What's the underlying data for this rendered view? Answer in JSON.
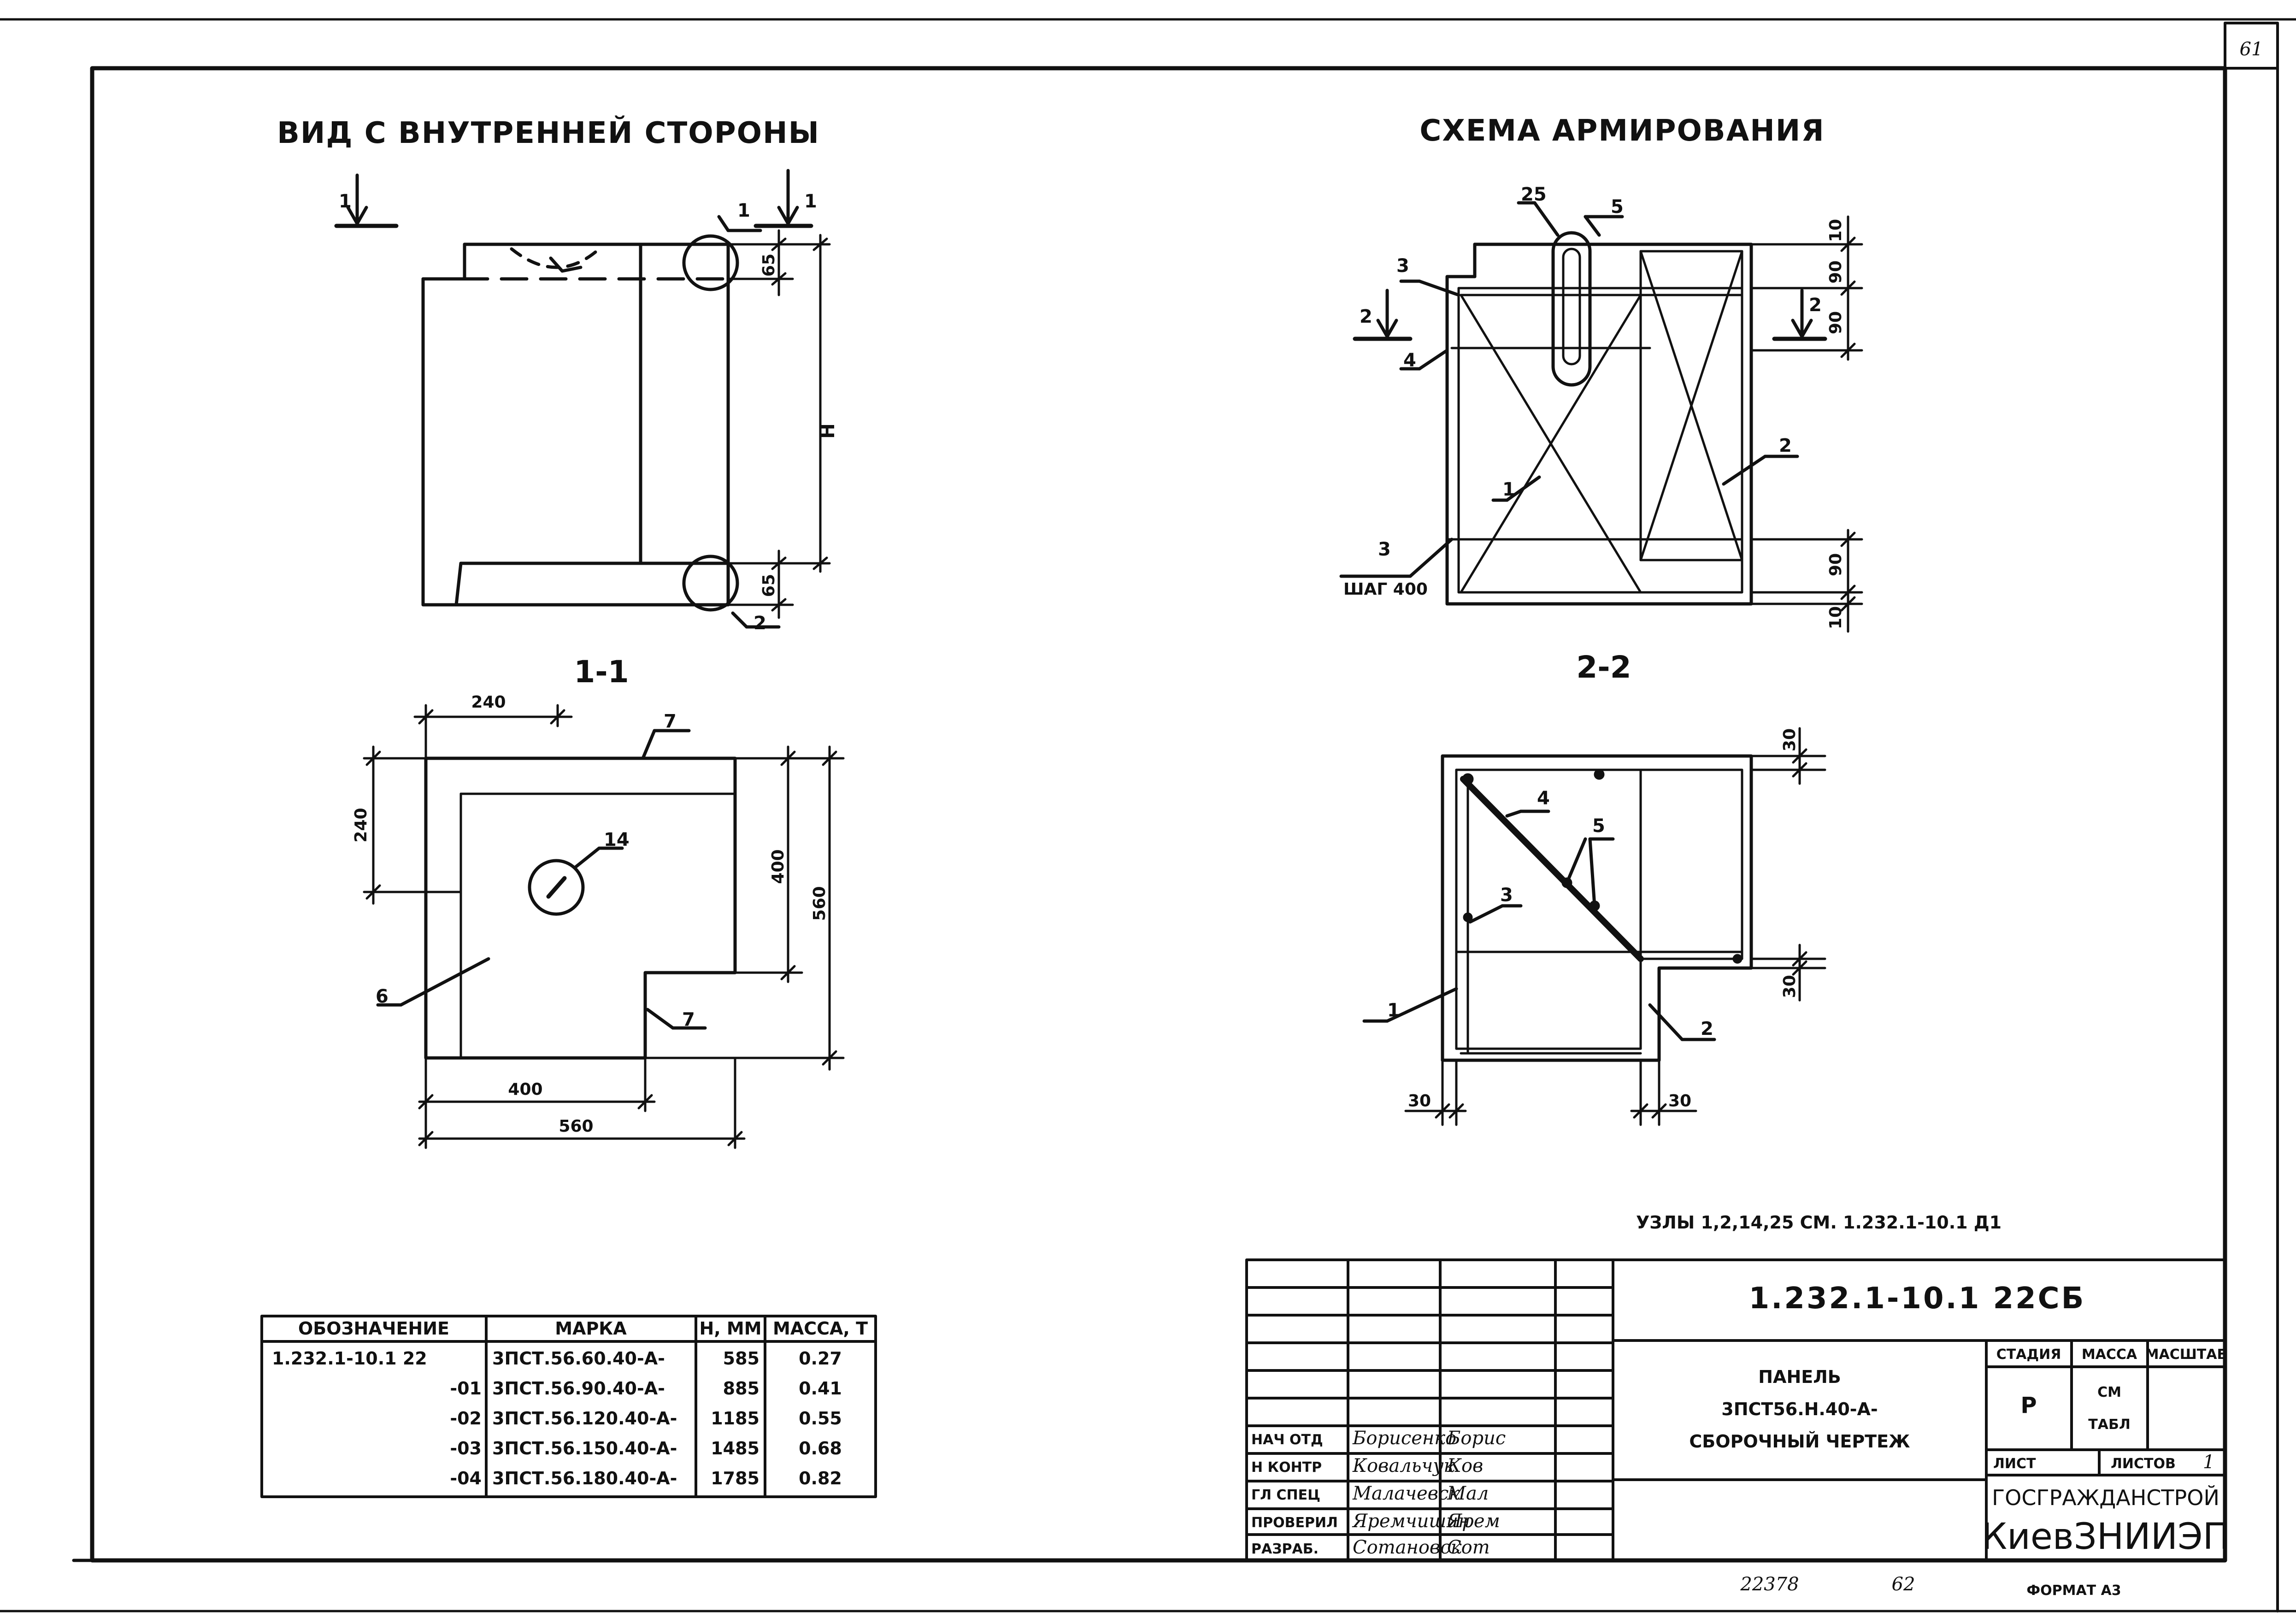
{
  "sheet_number": "61",
  "view_left_title": "ВИД С ВНУТРЕННЕЙ СТОРОНЫ",
  "view_right_title": "СХЕМА АРМИРОВАНИЯ",
  "section_1_1": "1-1",
  "section_2_2": "2-2",
  "marks": {
    "cut1": "1",
    "cut2": "2",
    "node1": "1",
    "node2": "2",
    "p1": "1",
    "p2": "2",
    "p3": "3",
    "p4": "4",
    "p5": "5",
    "p6": "6",
    "p7": "7",
    "p14": "14",
    "p25": "25",
    "rebar3_step": "3",
    "step": "ШАГ 400"
  },
  "dims": {
    "d65": "65",
    "d65b": "65",
    "dH": "Н",
    "d240": "240",
    "d240b": "240",
    "d400": "400",
    "d400b": "400",
    "d560": "560",
    "d560b": "560",
    "d10": "10",
    "d90": "90",
    "d90b": "90",
    "d90c": "90",
    "d10b": "10",
    "d30": "30",
    "d30b": "30",
    "d30c": "30",
    "d30d": "30"
  },
  "note_nodes": "УЗЛЫ 1,2,14,25 СМ. 1.232.1-10.1 Д1",
  "spec_table": {
    "headers": [
      "ОБОЗНАЧЕНИЕ",
      "МАРКА",
      "Н, ММ",
      "МАССА, Т"
    ],
    "rows": [
      [
        "1.232.1-10.1 22",
        "3ПСТ.56.60.40-А-",
        "585",
        "0.27"
      ],
      [
        "-01",
        "3ПСТ.56.90.40-А-",
        "885",
        "0.41"
      ],
      [
        "-02",
        "3ПСТ.56.120.40-А-",
        "1185",
        "0.55"
      ],
      [
        "-03",
        "3ПСТ.56.150.40-А-",
        "1485",
        "0.68"
      ],
      [
        "-04",
        "3ПСТ.56.180.40-А-",
        "1785",
        "0.82"
      ]
    ]
  },
  "title_block": {
    "doc_code": "1.232.1-10.1 22СБ",
    "name_line1": "ПАНЕЛЬ",
    "name_line2": "3ПСТ56.Н.40-А-",
    "name_line3": "СБОРОЧНЫЙ ЧЕРТЕЖ",
    "stage_label": "СТАДИЯ",
    "mass_label": "МАССА",
    "scale_label": "МАСШТАБ",
    "stage_value": "Р",
    "mass_value_1": "СМ",
    "mass_value_2": "ТАБЛ",
    "sheet_label": "ЛИСТ",
    "sheets_label": "ЛИСТОВ",
    "sheets_value": "1",
    "org_line1": "ГОСГРАЖДАНСТРОЙ",
    "org_line2": "КиевЗНИИЭП",
    "roles": [
      "НАЧ ОТД",
      "Н КОНТР",
      "ГЛ СПЕЦ",
      "ПРОВЕРИЛ",
      "РАЗРАБ."
    ],
    "names": [
      "Борисенко",
      "Ковальчук",
      "Малачевск",
      "Яремчишин",
      "Сотановск"
    ],
    "signatures": [
      "Борис",
      "Ков",
      "Мал",
      "Ярем",
      "Сот"
    ]
  },
  "footer": {
    "inventory": "22378",
    "page": "62",
    "format": "ФОРМАТ А3"
  }
}
